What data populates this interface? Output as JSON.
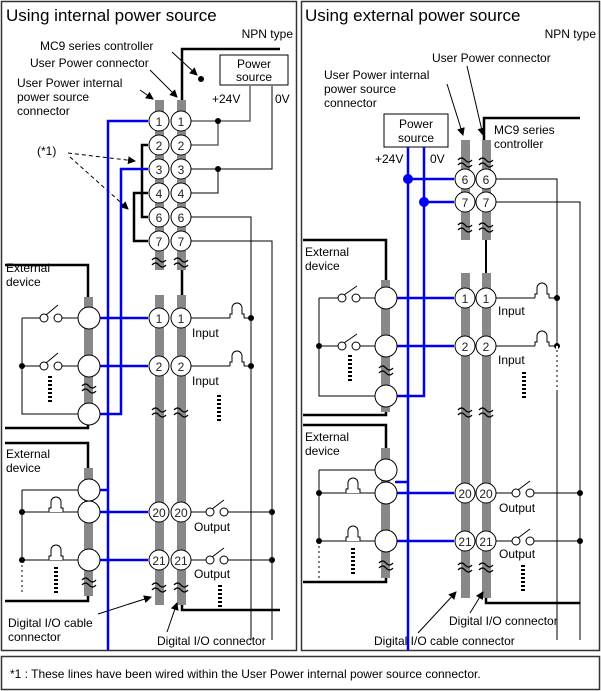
{
  "colors": {
    "wire_blue": "#0000ee",
    "wire_black": "#000000",
    "wire_gray": "#666666",
    "connector_gray": "#888888",
    "border": "#333333"
  },
  "left_panel": {
    "title": "Using internal power source",
    "npn": "NPN type",
    "controller_label": "MC9 series controller",
    "user_power_connector": "User Power connector",
    "internal_conn_label": [
      "User Power internal",
      "power source",
      "connector"
    ],
    "power_source": [
      "Power",
      "source"
    ],
    "v24": "+24V",
    "v0": "0V",
    "note_mark": "(*1)",
    "ext_device": [
      "External",
      "device"
    ],
    "input": "Input",
    "output": "Output",
    "cable_conn_label": [
      "Digital I/O cable",
      "connector"
    ],
    "io_conn_label": "Digital I/O connector",
    "upper_pins": [
      "1",
      "2",
      "3",
      "4",
      "6",
      "7"
    ],
    "input_pins": [
      "1",
      "2"
    ],
    "output_pins": [
      "20",
      "21"
    ]
  },
  "right_panel": {
    "title": "Using external power source",
    "npn": "NPN type",
    "user_power_connector": "User Power connector",
    "internal_conn_label": [
      "User Power internal",
      "power source",
      "connector"
    ],
    "power_source": [
      "Power",
      "source"
    ],
    "controller_label": [
      "MC9 series",
      "controller"
    ],
    "v24": "+24V",
    "v0": "0V",
    "ext_device": [
      "External",
      "device"
    ],
    "input": "Input",
    "output": "Output",
    "io_conn_label": "Digital I/O connector",
    "cable_conn_label": "Digital I/O cable connector",
    "upper_pins": [
      "6",
      "7"
    ],
    "input_pins": [
      "1",
      "2"
    ],
    "output_pins": [
      "20",
      "21"
    ]
  },
  "footnote": "*1 : These lines have been wired within the User Power internal power source connector."
}
